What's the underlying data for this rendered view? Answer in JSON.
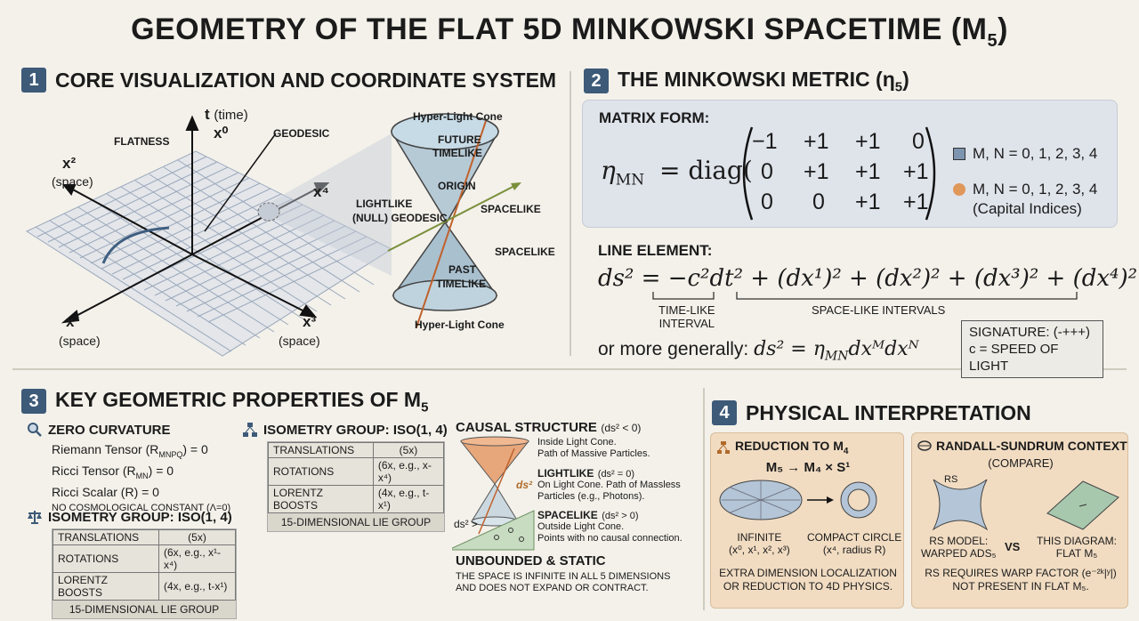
{
  "title": "GEOMETRY OF THE FLAT 5D MINKOWSKI SPACETIME (M",
  "title_sub": "5",
  "title_end": ")",
  "sec1": {
    "num": "1",
    "heading": "CORE VISUALIZATION AND COORDINATE SYSTEM",
    "t_axis": "t",
    "t_note": "(time)",
    "x0": "x⁰",
    "flatness": "FLATNESS",
    "geodesic": "GEODESIC",
    "x2_top": "x²",
    "space_top": "(space)",
    "x4": "x⁴",
    "x2_bottom": "x²",
    "space_bl": "(space)",
    "x3": "x³",
    "space_br": "(space)",
    "cone_top": "Hyper-Light Cone",
    "future": "FUTURE",
    "timelike_f": "TIMELIKE",
    "origin": "ORIGIN",
    "lightlike": "LIGHTLIKE",
    "null_geo": "(NULL) GEODESIC",
    "spacelike1": "SPACELIKE",
    "spacelike2": "SPACELIKE",
    "past": "PAST",
    "timelike_p": "TIMELIKE",
    "cone_bottom": "Hyper-Light Cone"
  },
  "sec2": {
    "num": "2",
    "heading": "THE MINKOWSKI METRIC (η",
    "heading_sub": "5",
    "heading_end": ")",
    "matrix_label": "MATRIX FORM:",
    "eta": "η",
    "eta_sub": "MN",
    "diag": "= diag(",
    "matrix": [
      [
        "−1",
        "+1",
        "+1",
        "0"
      ],
      [
        "0",
        "+1",
        "+1",
        "+1"
      ],
      [
        "0",
        "0",
        "+1",
        "+1"
      ]
    ],
    "legend1": "M, N = 0, 1, 2, 3, 4",
    "legend2": "M, N = 0, 1, 2, 3, 4",
    "legend2b": "(Capital Indices)",
    "line_label": "LINE ELEMENT:",
    "line_eq": "ds² = −c²dt² + (dx¹)² + (dx²)² + (dx³)² + (dx⁴)²",
    "timelike_int": "TIME-LIKE",
    "interval": "INTERVAL",
    "spacelike_int": "SPACE-LIKE INTERVALS",
    "general_text": "or more generally:",
    "general_eq": "ds² = η",
    "general_sub": "MN",
    "general_end": "dxᴹdxᴺ",
    "signature": "SIGNATURE: (-+++)",
    "speed": "c = SPEED OF LIGHT"
  },
  "sec3": {
    "num": "3",
    "heading": "KEY GEOMETRIC PROPERTIES OF M",
    "heading_sub": "5",
    "zero_curv": "ZERO CURVATURE",
    "riemann": "Riemann Tensor (R",
    "riemann_sub": "MNPQ",
    "riemann_end": ") = 0",
    "ricci_t": "Ricci Tensor (R",
    "ricci_sub": "MN",
    "ricci_end": ") = 0",
    "ricci_s": "Ricci Scalar (R) = 0",
    "no_cosmo": "NO COSMOLOGICAL CONSTANT (Λ=0)",
    "iso1_head": "ISOMETRY GROUP: ISO(1, 4)",
    "iso1_rows": [
      [
        "TRANSLATIONS",
        "(5x)"
      ],
      [
        "ROTATIONS",
        "(6x, e.g., x¹-x⁴)"
      ],
      [
        "LORENTZ BOOSTS",
        "(4x, e.g., t-x¹)"
      ]
    ],
    "iso1_foot": "15-DIMENSIONAL LIE GROUP",
    "iso2_head": "ISOMETRY GROUP: ISO(1, 4)",
    "iso2_rows": [
      [
        "TRANSLATIONS",
        "(5x)"
      ],
      [
        "ROTATIONS",
        "(6x, e.g., x-x⁴)"
      ],
      [
        "LORENTZ BOOSTS",
        "(4x, e.g., t-x¹)"
      ]
    ],
    "iso2_foot": "15-DIMENSIONAL LIE GROUP",
    "causal_head": "CAUSAL STRUCTURE",
    "causal_cond": "(ds² < 0)",
    "causal_l1": "Inside Light Cone.",
    "causal_l2": "Path of Massive Particles.",
    "lightlike_head": "LIGHTLIKE",
    "lightlike_cond": "(ds² = 0)",
    "lightlike_l1": "On Light Cone. Path of Massless",
    "lightlike_l2": "Particles (e.g., Photons).",
    "spacelike_head": "SPACELIKE",
    "spacelike_cond": "(ds² > 0)",
    "spacelike_l1": "Outside Light Cone.",
    "spacelike_l2": "Points with no causal connection.",
    "ds2_cone": "ds²",
    "ds2_gt": "ds² >",
    "unbounded_head": "UNBOUNDED & STATIC",
    "unbounded_l1": "THE SPACE IS INFINITE IN ALL 5 DIMENSIONS",
    "unbounded_l2": "AND DOES NOT EXPAND OR CONTRACT."
  },
  "sec4": {
    "num": "4",
    "heading": "PHYSICAL INTERPRETATION",
    "red_head": "REDUCTION TO M",
    "red_sub": "4",
    "red_eq": "M₅ → M₄ × S¹",
    "infinite": "INFINITE",
    "infinite_coords": "(x⁰, x¹, x², x³)",
    "compact": "COMPACT CIRCLE",
    "compact_coords": "(x⁴, radius R)",
    "red_foot1": "EXTRA DIMENSION LOCALIZATION",
    "red_foot2": "OR REDUCTION TO 4D PHYSICS.",
    "rs_head": "RANDALL-SUNDRUM CONTEXT",
    "rs_compare": "(COMPARE)",
    "rs_label": "RS",
    "rs_model": "RS MODEL:",
    "rs_warped": "WARPED ADS₅",
    "vs": "VS",
    "this_diag": "THIS DIAGRAM:",
    "flat_m5": "FLAT M₅",
    "rs_foot1": "RS REQUIRES WARP FACTOR (e⁻²ᵏ|ʸ|)",
    "rs_foot2": "NOT PRESENT IN FLAT M₅."
  }
}
